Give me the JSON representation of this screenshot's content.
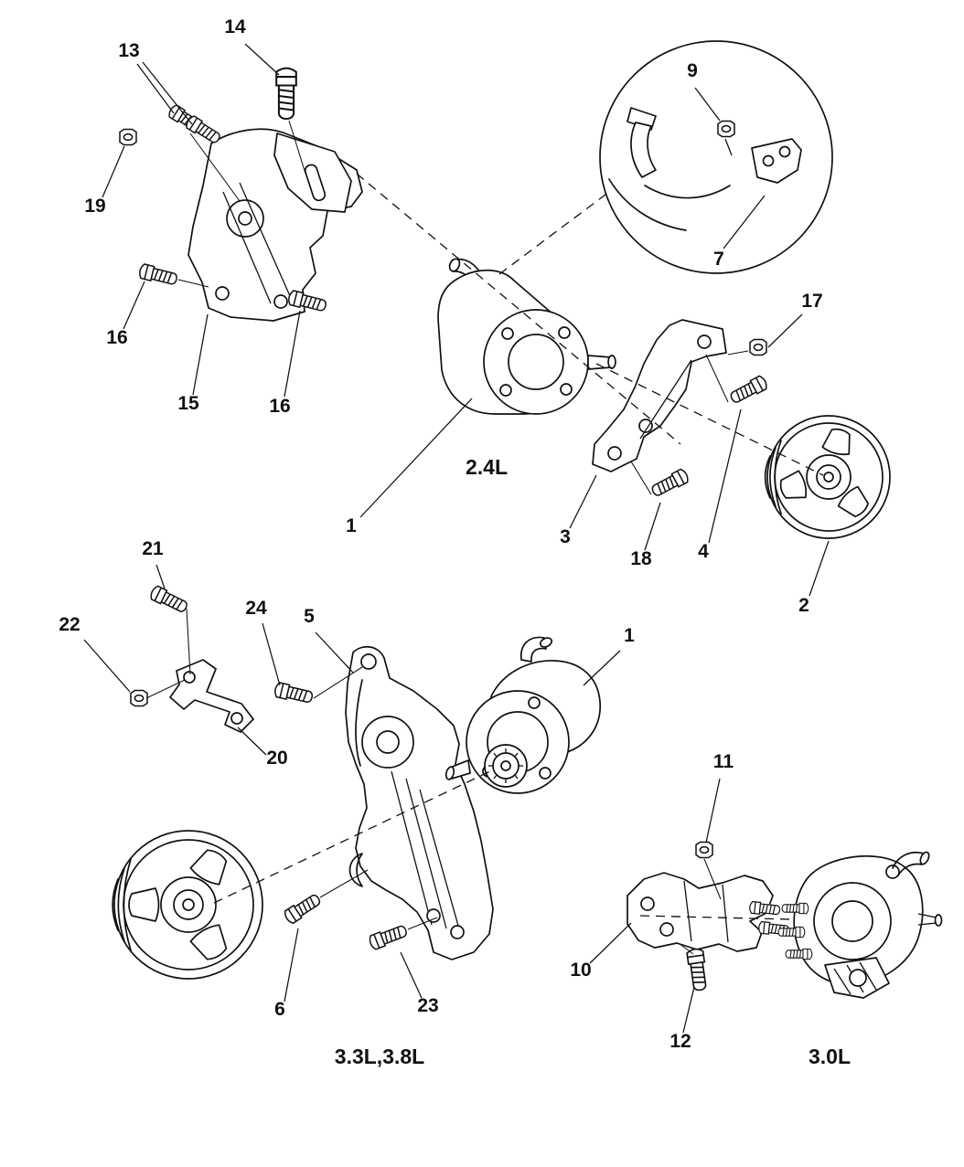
{
  "page": {
    "background": "#ffffff",
    "ink": "#111111"
  },
  "diagram": {
    "engine_labels": [
      {
        "text": "2.4L"
      },
      {
        "text": "3.3L,3.8L"
      },
      {
        "text": "3.0L"
      }
    ],
    "callouts": [
      {
        "label": "14"
      },
      {
        "label": "13"
      },
      {
        "label": "9"
      },
      {
        "label": "19"
      },
      {
        "label": "7"
      },
      {
        "label": "16"
      },
      {
        "label": "17"
      },
      {
        "label": "15"
      },
      {
        "label": "16"
      },
      {
        "label": "1"
      },
      {
        "label": "3"
      },
      {
        "label": "18"
      },
      {
        "label": "4"
      },
      {
        "label": "2"
      },
      {
        "label": "21"
      },
      {
        "label": "22"
      },
      {
        "label": "24"
      },
      {
        "label": "5"
      },
      {
        "label": "1"
      },
      {
        "label": "20"
      },
      {
        "label": "11"
      },
      {
        "label": "10"
      },
      {
        "label": "6"
      },
      {
        "label": "23"
      },
      {
        "label": "12"
      }
    ]
  }
}
